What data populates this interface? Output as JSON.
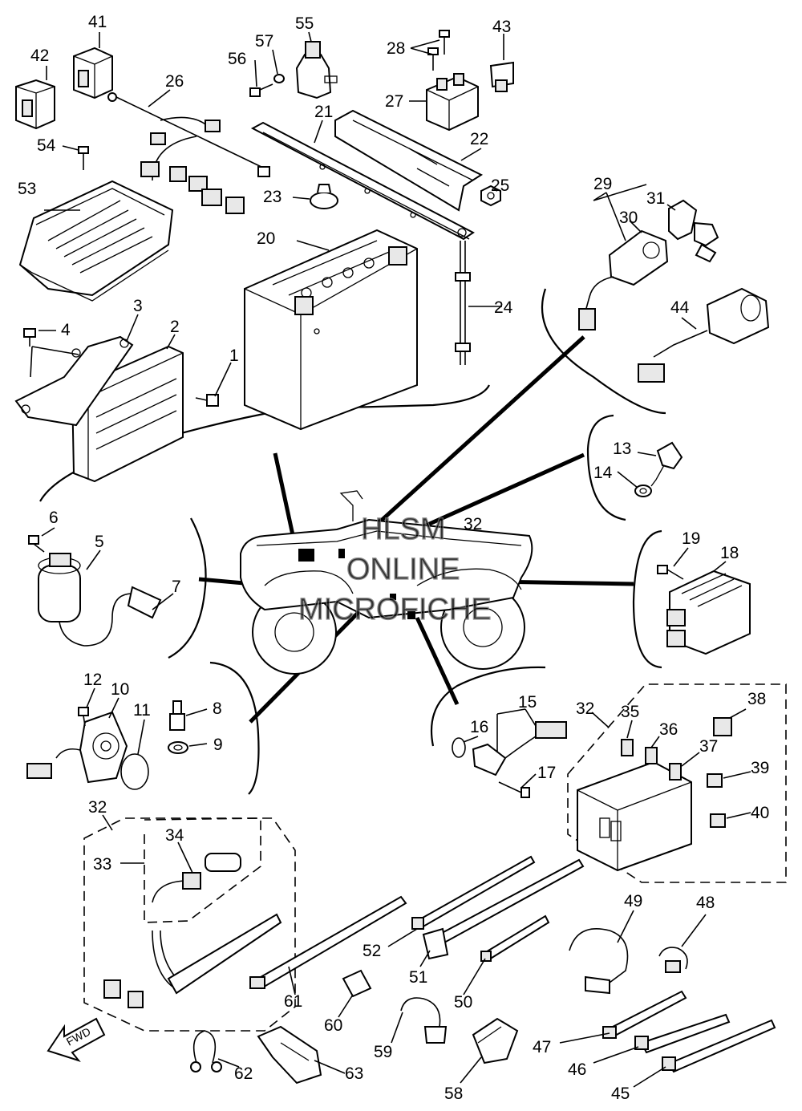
{
  "watermark": {
    "line1": "HLSM",
    "line2": "ONLINE",
    "line3": "MICROFICHE"
  },
  "fwd_label": "FWD",
  "callouts": {
    "n1": "1",
    "n2": "2",
    "n3": "3",
    "n4": "4",
    "n5": "5",
    "n6": "6",
    "n7": "7",
    "n8": "8",
    "n9": "9",
    "n10": "10",
    "n11": "11",
    "n12": "12",
    "n13": "13",
    "n14": "14",
    "n15": "15",
    "n16": "16",
    "n17": "17",
    "n18": "18",
    "n19": "19",
    "n20": "20",
    "n21": "21",
    "n22": "22",
    "n23": "23",
    "n24": "24",
    "n25": "25",
    "n26": "26",
    "n27": "27",
    "n28": "28",
    "n29": "29",
    "n30": "30",
    "n31": "31",
    "n32": "32",
    "n33": "33",
    "n34": "34",
    "n35": "35",
    "n36": "36",
    "n37": "37",
    "n38": "38",
    "n39": "39",
    "n40": "40",
    "n41": "41",
    "n42": "42",
    "n43": "43",
    "n44": "44",
    "n45": "45",
    "n46": "46",
    "n47": "47",
    "n48": "48",
    "n49": "49",
    "n50": "50",
    "n51": "51",
    "n52": "52",
    "n53": "53",
    "n54": "54",
    "n55": "55",
    "n56": "56",
    "n57": "57",
    "n58": "58",
    "n59": "59",
    "n60": "60",
    "n61": "61",
    "n62": "62",
    "n63": "63"
  }
}
